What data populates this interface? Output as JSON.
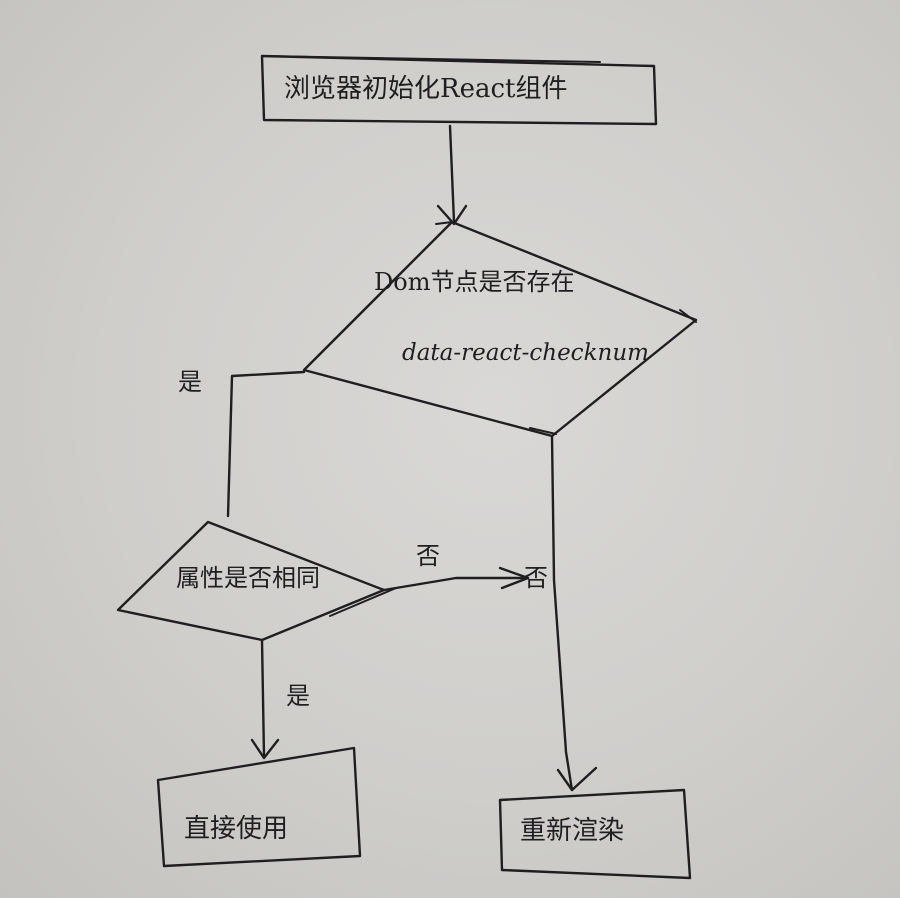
{
  "nodes": {
    "start": {
      "text": "浏览器初始化React组件"
    },
    "check_attr_line1": {
      "text": "Dom节点是否存在"
    },
    "check_attr_line2": {
      "text": "data-react-checknum"
    },
    "check_same": {
      "text": "属性是否相同"
    },
    "reuse": {
      "text": "直接使用"
    },
    "rerender": {
      "text": "重新渲染"
    }
  },
  "edges": {
    "yes_left": {
      "label": "是"
    },
    "no_right": {
      "label": "否"
    },
    "no_end": {
      "label": "否"
    },
    "yes_down": {
      "label": "是"
    }
  },
  "colors": {
    "ink": "#1f1f22",
    "paper": "#d3d2cf"
  }
}
